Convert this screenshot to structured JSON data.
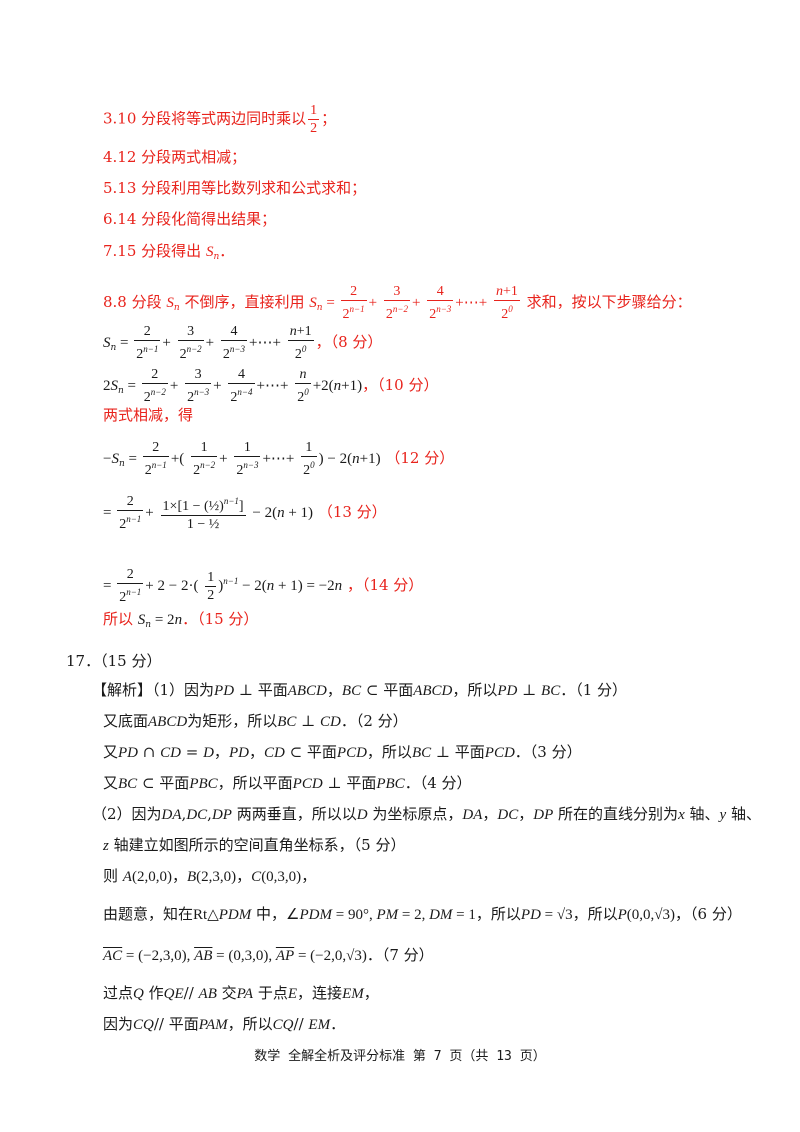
{
  "red_lines": [
    "3.10 分段将等式两边同时乘以",
    "4.12 分段两式相减；",
    "5.13 分段利用等比数列求和公式求和；",
    "6.14 分段化简得出结果；",
    "7.15 分段得出",
    "8.8 分段",
    "不倒序，直接利用",
    "求和，按以下步骤给分：",
    "两式相减，得",
    "所以"
  ],
  "scores": {
    "s8": "，（8 分）",
    "s10": "，（10 分）",
    "s12": "（12 分）",
    "s13": "（13 分）",
    "s14": "，（14 分）",
    "s15": "．（15 分）"
  },
  "q17": {
    "number": "17．（15 分）",
    "l1a": "【解析】（1）因为",
    "l1b": "平面",
    "l1c": "，所以",
    "l1d": "．（1 分）",
    "l2a": "又底面",
    "l2b": "为矩形，所以",
    "l2c": "．（2 分）",
    "l3a": "又",
    "l3b": "平面",
    "l3c": "，所以",
    "l3d": "．（3 分）",
    "l4a": "又",
    "l4b": "，所以平面",
    "l4c": "．（4 分）",
    "l5a": "（2）因为",
    "l5b": "两两垂直，所以以",
    "l5c": "为坐标原点，",
    "l5d": "所在的直线分别为",
    "l5e": "轴、",
    "l5f": "轴、",
    "l6": "轴建立如图所示的空间直角坐标系，（5 分）",
    "l7a": "则",
    "l8a": "由题意，知在",
    "l8b": "中，",
    "l8c": "，所以",
    "l8d": "，所以",
    "l8e": "，（6 分）",
    "l9a": "．（7 分）",
    "l10a": "过点",
    "l10b": "作",
    "l10c": "交",
    "l10d": "于点",
    "l10e": "，连接",
    "l11a": "因为",
    "l11b": "平面",
    "l11c": "，所以"
  },
  "footer": "数学 全解全析及评分标准 第 7 页（共 13 页）"
}
